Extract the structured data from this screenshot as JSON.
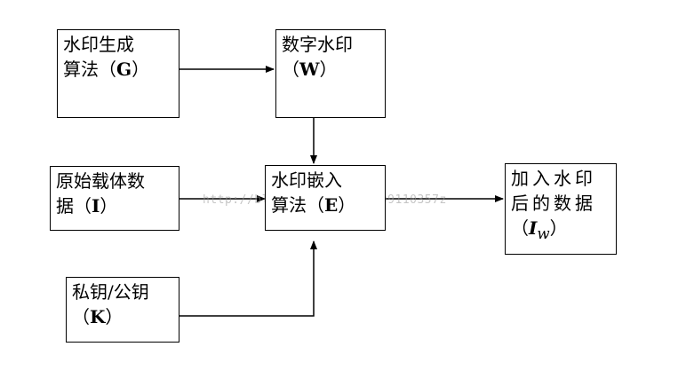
{
  "nodes": {
    "g": {
      "line1": "水印生成",
      "line2_pre": "算法（",
      "line2_bold": "G",
      "line2_post": "）"
    },
    "w": {
      "line1": "数字水印",
      "line2_pre": "（",
      "line2_bold": "W",
      "line2_post": "）"
    },
    "i": {
      "line1": "原始载体数",
      "line2_pre": "据（",
      "line2_bold": "I",
      "line2_post": "）"
    },
    "e": {
      "line1": "水印嵌入",
      "line2_pre": "算法（",
      "line2_bold": "E",
      "line2_post": "）"
    },
    "iw": {
      "line1": "加入水印",
      "line2": "后的数据",
      "line3_pre": "（",
      "line3_bold": "I",
      "line3_sub": "w",
      "line3_post": "）"
    },
    "k": {
      "line1": "私钥/公钥",
      "line2_pre": "（",
      "line2_bold": "K",
      "line2_post": "）"
    }
  },
  "watermark": "http://blog.csdn.net/s2009110357z"
}
